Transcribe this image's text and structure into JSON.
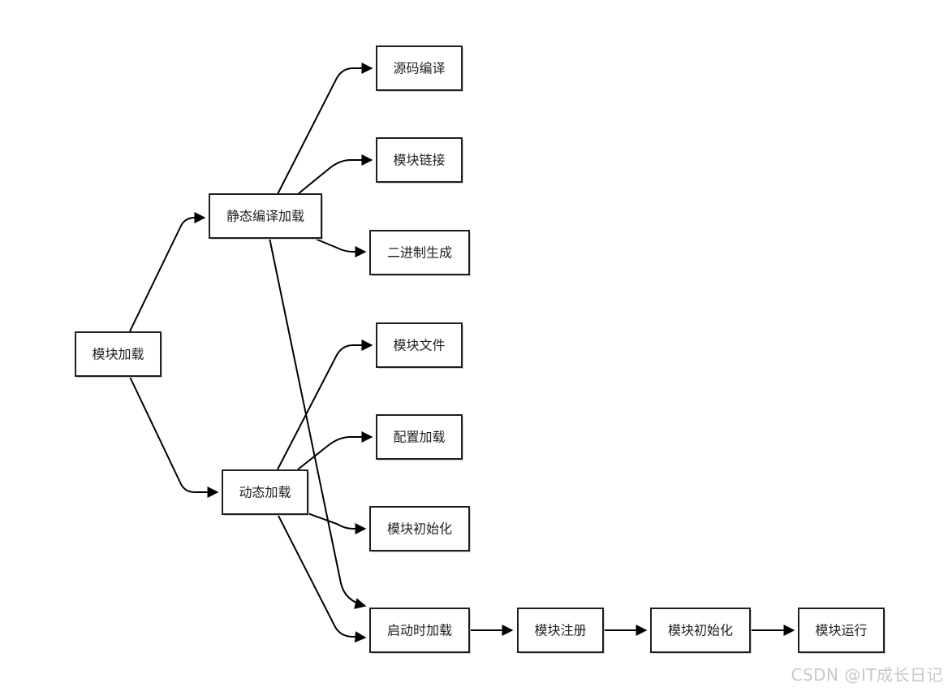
{
  "nodes": {
    "module_loading": "模块加载",
    "static_compile_loading": "静态编译加载",
    "dynamic_loading": "动态加载",
    "source_compile": "源码编译",
    "module_linking": "模块链接",
    "binary_generation": "二进制生成",
    "module_file": "模块文件",
    "config_loading": "配置加载",
    "module_init_dynamic": "模块初始化",
    "startup_loading": "启动时加载",
    "module_register": "模块注册",
    "module_init": "模块初始化",
    "module_run": "模块运行"
  },
  "edges": [
    [
      "module_loading",
      "static_compile_loading"
    ],
    [
      "module_loading",
      "dynamic_loading"
    ],
    [
      "static_compile_loading",
      "source_compile"
    ],
    [
      "static_compile_loading",
      "module_linking"
    ],
    [
      "static_compile_loading",
      "binary_generation"
    ],
    [
      "static_compile_loading",
      "startup_loading"
    ],
    [
      "dynamic_loading",
      "module_file"
    ],
    [
      "dynamic_loading",
      "config_loading"
    ],
    [
      "dynamic_loading",
      "module_init_dynamic"
    ],
    [
      "dynamic_loading",
      "startup_loading"
    ],
    [
      "startup_loading",
      "module_register"
    ],
    [
      "module_register",
      "module_init"
    ],
    [
      "module_init",
      "module_run"
    ]
  ],
  "watermark": "CSDN @IT成长日记"
}
